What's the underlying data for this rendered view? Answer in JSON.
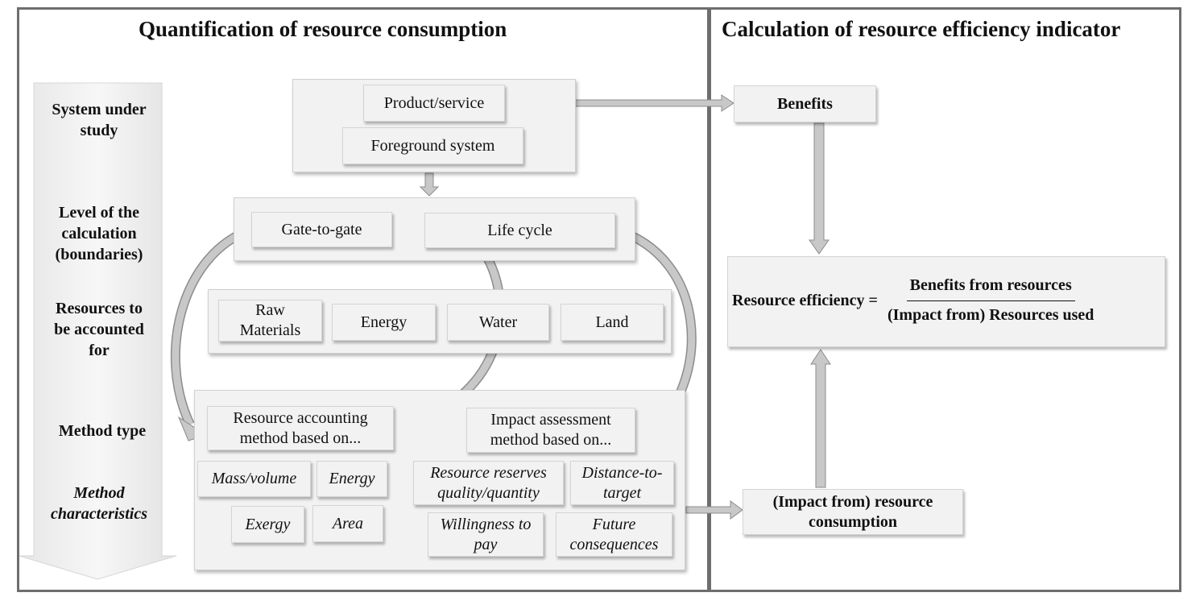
{
  "left_panel": {
    "title": "Quantification of resource consumption",
    "stage_labels": [
      [
        "System under",
        "study"
      ],
      [
        "Level of the",
        "calculation",
        "(boundaries)"
      ],
      [
        "Resources to",
        "be accounted",
        "for"
      ],
      [
        "Method type"
      ],
      [
        "Method",
        "characteristics"
      ]
    ],
    "system": {
      "product": "Product/service",
      "foreground": "Foreground system"
    },
    "levels": {
      "gate": "Gate-to-gate",
      "lifecycle": "Life cycle"
    },
    "resources": {
      "raw": [
        "Raw",
        "Materials"
      ],
      "energy": "Energy",
      "water": "Water",
      "land": "Land"
    },
    "method_types": {
      "accounting": [
        "Resource accounting",
        "method based on..."
      ],
      "impact": [
        "Impact assessment",
        "method based on..."
      ]
    },
    "accounting_chars": [
      "Mass/volume",
      "Energy",
      "Exergy",
      "Area"
    ],
    "impact_chars": {
      "reserves": [
        "Resource reserves",
        "quality/quantity"
      ],
      "distance": [
        "Distance-to-",
        "target"
      ],
      "willingness": [
        "Willingness to",
        "pay"
      ],
      "future": [
        "Future",
        "consequences"
      ]
    }
  },
  "right_panel": {
    "title": "Calculation of resource efficiency indicator",
    "benefits": "Benefits",
    "formula": {
      "lhs": "Resource efficiency =",
      "numerator": "Benefits from resources",
      "denominator": "(Impact from) Resources used"
    },
    "impact_consumption": [
      "(Impact from) resource",
      "consumption"
    ]
  },
  "colors": {
    "frame": "#6e6e6e",
    "box_fill": "#f2f2f2",
    "arrow_fill": "#c8c8c8",
    "arrow_stroke": "#8c8c8c"
  }
}
